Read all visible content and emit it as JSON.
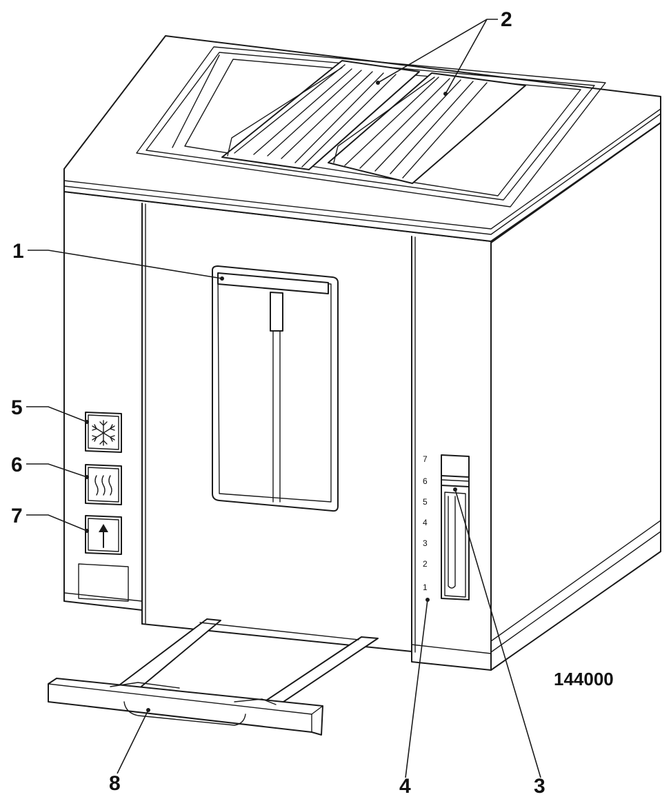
{
  "callouts": {
    "c1": "1",
    "c2": "2",
    "c3": "3",
    "c4": "4",
    "c5": "5",
    "c6": "6",
    "c7": "7",
    "c8": "8"
  },
  "browning_scale": [
    "7",
    "6",
    "5",
    "4",
    "3",
    "2",
    "1"
  ],
  "part_number": "144000",
  "icons": {
    "defrost": "snowflake-icon",
    "reheat": "heat-waves-icon",
    "cancel": "up-arrow-icon"
  }
}
